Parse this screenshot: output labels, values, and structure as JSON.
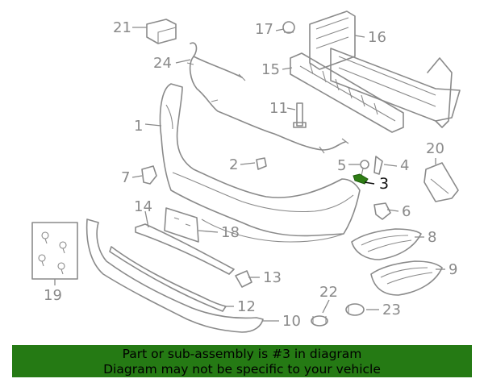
{
  "callouts": {
    "c1": "1",
    "c2": "2",
    "c3": "3",
    "c4": "4",
    "c5": "5",
    "c6": "6",
    "c7": "7",
    "c8": "8",
    "c9": "9",
    "c10": "10",
    "c11": "11",
    "c12": "12",
    "c13": "13",
    "c14": "14",
    "c15": "15",
    "c16": "16",
    "c17": "17",
    "c18": "18",
    "c19": "19",
    "c20": "20",
    "c21": "21",
    "c22": "22",
    "c23": "23",
    "c24": "24"
  },
  "highlighted_part": "3",
  "highlight_color": "#2e7d14",
  "banner": {
    "line1": "Part or sub-assembly is #3 in diagram",
    "line2": "Diagram may not be specific to your vehicle",
    "background": "#257a14"
  }
}
